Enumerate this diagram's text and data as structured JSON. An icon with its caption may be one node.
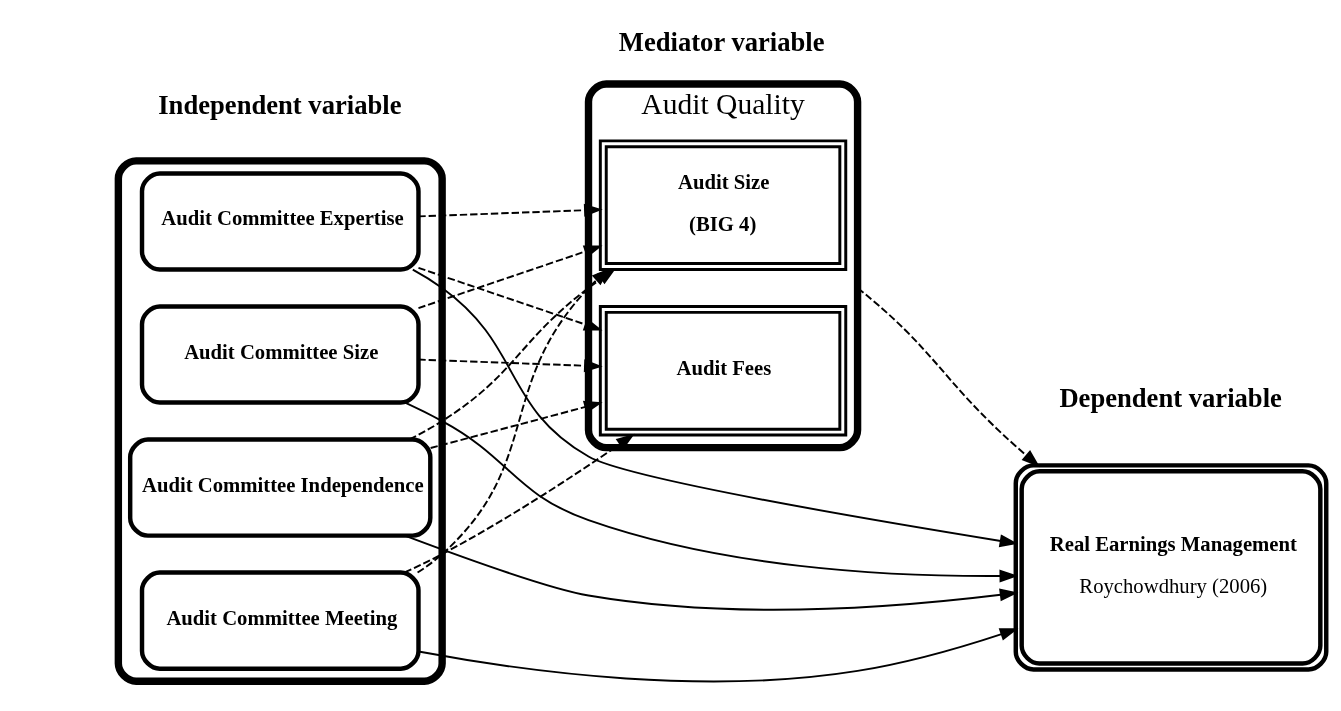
{
  "diagram": {
    "nodes": [
      {
        "text": [],
        "shape": "box"
      },
      {
        "text": [
          "Audit Committee Size"
        ],
        "in": 0
      },
      {
        "text": [
          "Audit Committee Meeting"
        ],
        "in": 0
      },
      {
        "text": [
          "Audit Committee Independence"
        ],
        "in": 0
      },
      {
        "text": [
          "Audit Committee Expertise"
        ],
        "in": 0
      },
      {
        "text": [
          "Audit Quality"
        ]
      },
      {
        "text": [
          "Audit Size",
          "(BIG 4)"
        ],
        "in": 5
      },
      {
        "text": [
          "Audit Fees"
        ],
        "in": 5
      },
      {
        "text": [
          "Real Earnings Management",
          "Roychowdhury (2006)"
        ]
      }
    ],
    "edges": [
      {
        "from": 1,
        "to": 8,
        "arrow": "to"
      },
      {
        "from": 2,
        "to": 8,
        "arrow": "to"
      },
      {
        "from": 3,
        "to": 8,
        "arrow": "to"
      },
      {
        "from": 4,
        "to": 8,
        "arrow": "to"
      },
      {
        "from": 1,
        "to": 6,
        "arrow": "to",
        "style": "dashed"
      },
      {
        "from": 1,
        "to": 7,
        "arrow": "to",
        "style": "dashed"
      },
      {
        "from": 2,
        "to": 6,
        "arrow": "to",
        "style": "dashed"
      },
      {
        "from": 2,
        "to": 7,
        "arrow": "to",
        "style": "dashed"
      },
      {
        "from": 3,
        "to": 6,
        "arrow": "to",
        "style": "dashed"
      },
      {
        "from": 3,
        "to": 7,
        "arrow": "to",
        "style": "dashed"
      },
      {
        "from": 4,
        "to": 6,
        "arrow": "to",
        "style": "dashed"
      },
      {
        "from": 4,
        "to": 7,
        "arrow": "to",
        "style": "dashed"
      },
      {
        "from": 5,
        "to": 8,
        "arrow": "to",
        "style": "dashed"
      }
    ],
    "labels": [
      "Independent variable",
      "Mediator variable",
      "Dependent variable"
    ]
  }
}
